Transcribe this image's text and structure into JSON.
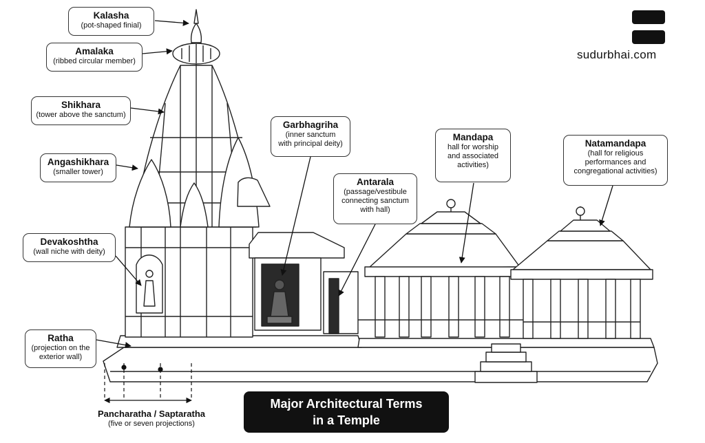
{
  "site": "sudurbhai.com",
  "banner": {
    "line1": "Major Architectural Terms",
    "line2": "in a Temple"
  },
  "labels": {
    "kalasha": {
      "term": "Kalasha",
      "desc": "(pot-shaped finial)"
    },
    "amalaka": {
      "term": "Amalaka",
      "desc": "(ribbed circular member)"
    },
    "shikhara": {
      "term": "Shikhara",
      "desc": "(tower above the sanctum)"
    },
    "angashikhara": {
      "term": "Angashikhara",
      "desc": "(smaller tower)"
    },
    "devakoshtha": {
      "term": "Devakoshtha",
      "desc": "(wall niche with deity)"
    },
    "ratha": {
      "term": "Ratha",
      "desc": "(projection on the\nexterior wall)"
    },
    "garbhagriha": {
      "term": "Garbhagriha",
      "desc": "(inner sanctum\nwith principal deity)"
    },
    "antarala": {
      "term": "Antarala",
      "desc": "(passage/vestibule\nconnecting sanctum\nwith hall)"
    },
    "mandapa": {
      "term": "Mandapa",
      "desc": "hall for worship\nand associated\nactivities)"
    },
    "natamandapa": {
      "term": "Natamandapa",
      "desc": "(hall for religious\nperformances and\ncongregational activities)"
    },
    "pancharatha": {
      "term": "Pancharatha / Saptaratha",
      "desc": "(five or seven projections)"
    }
  }
}
